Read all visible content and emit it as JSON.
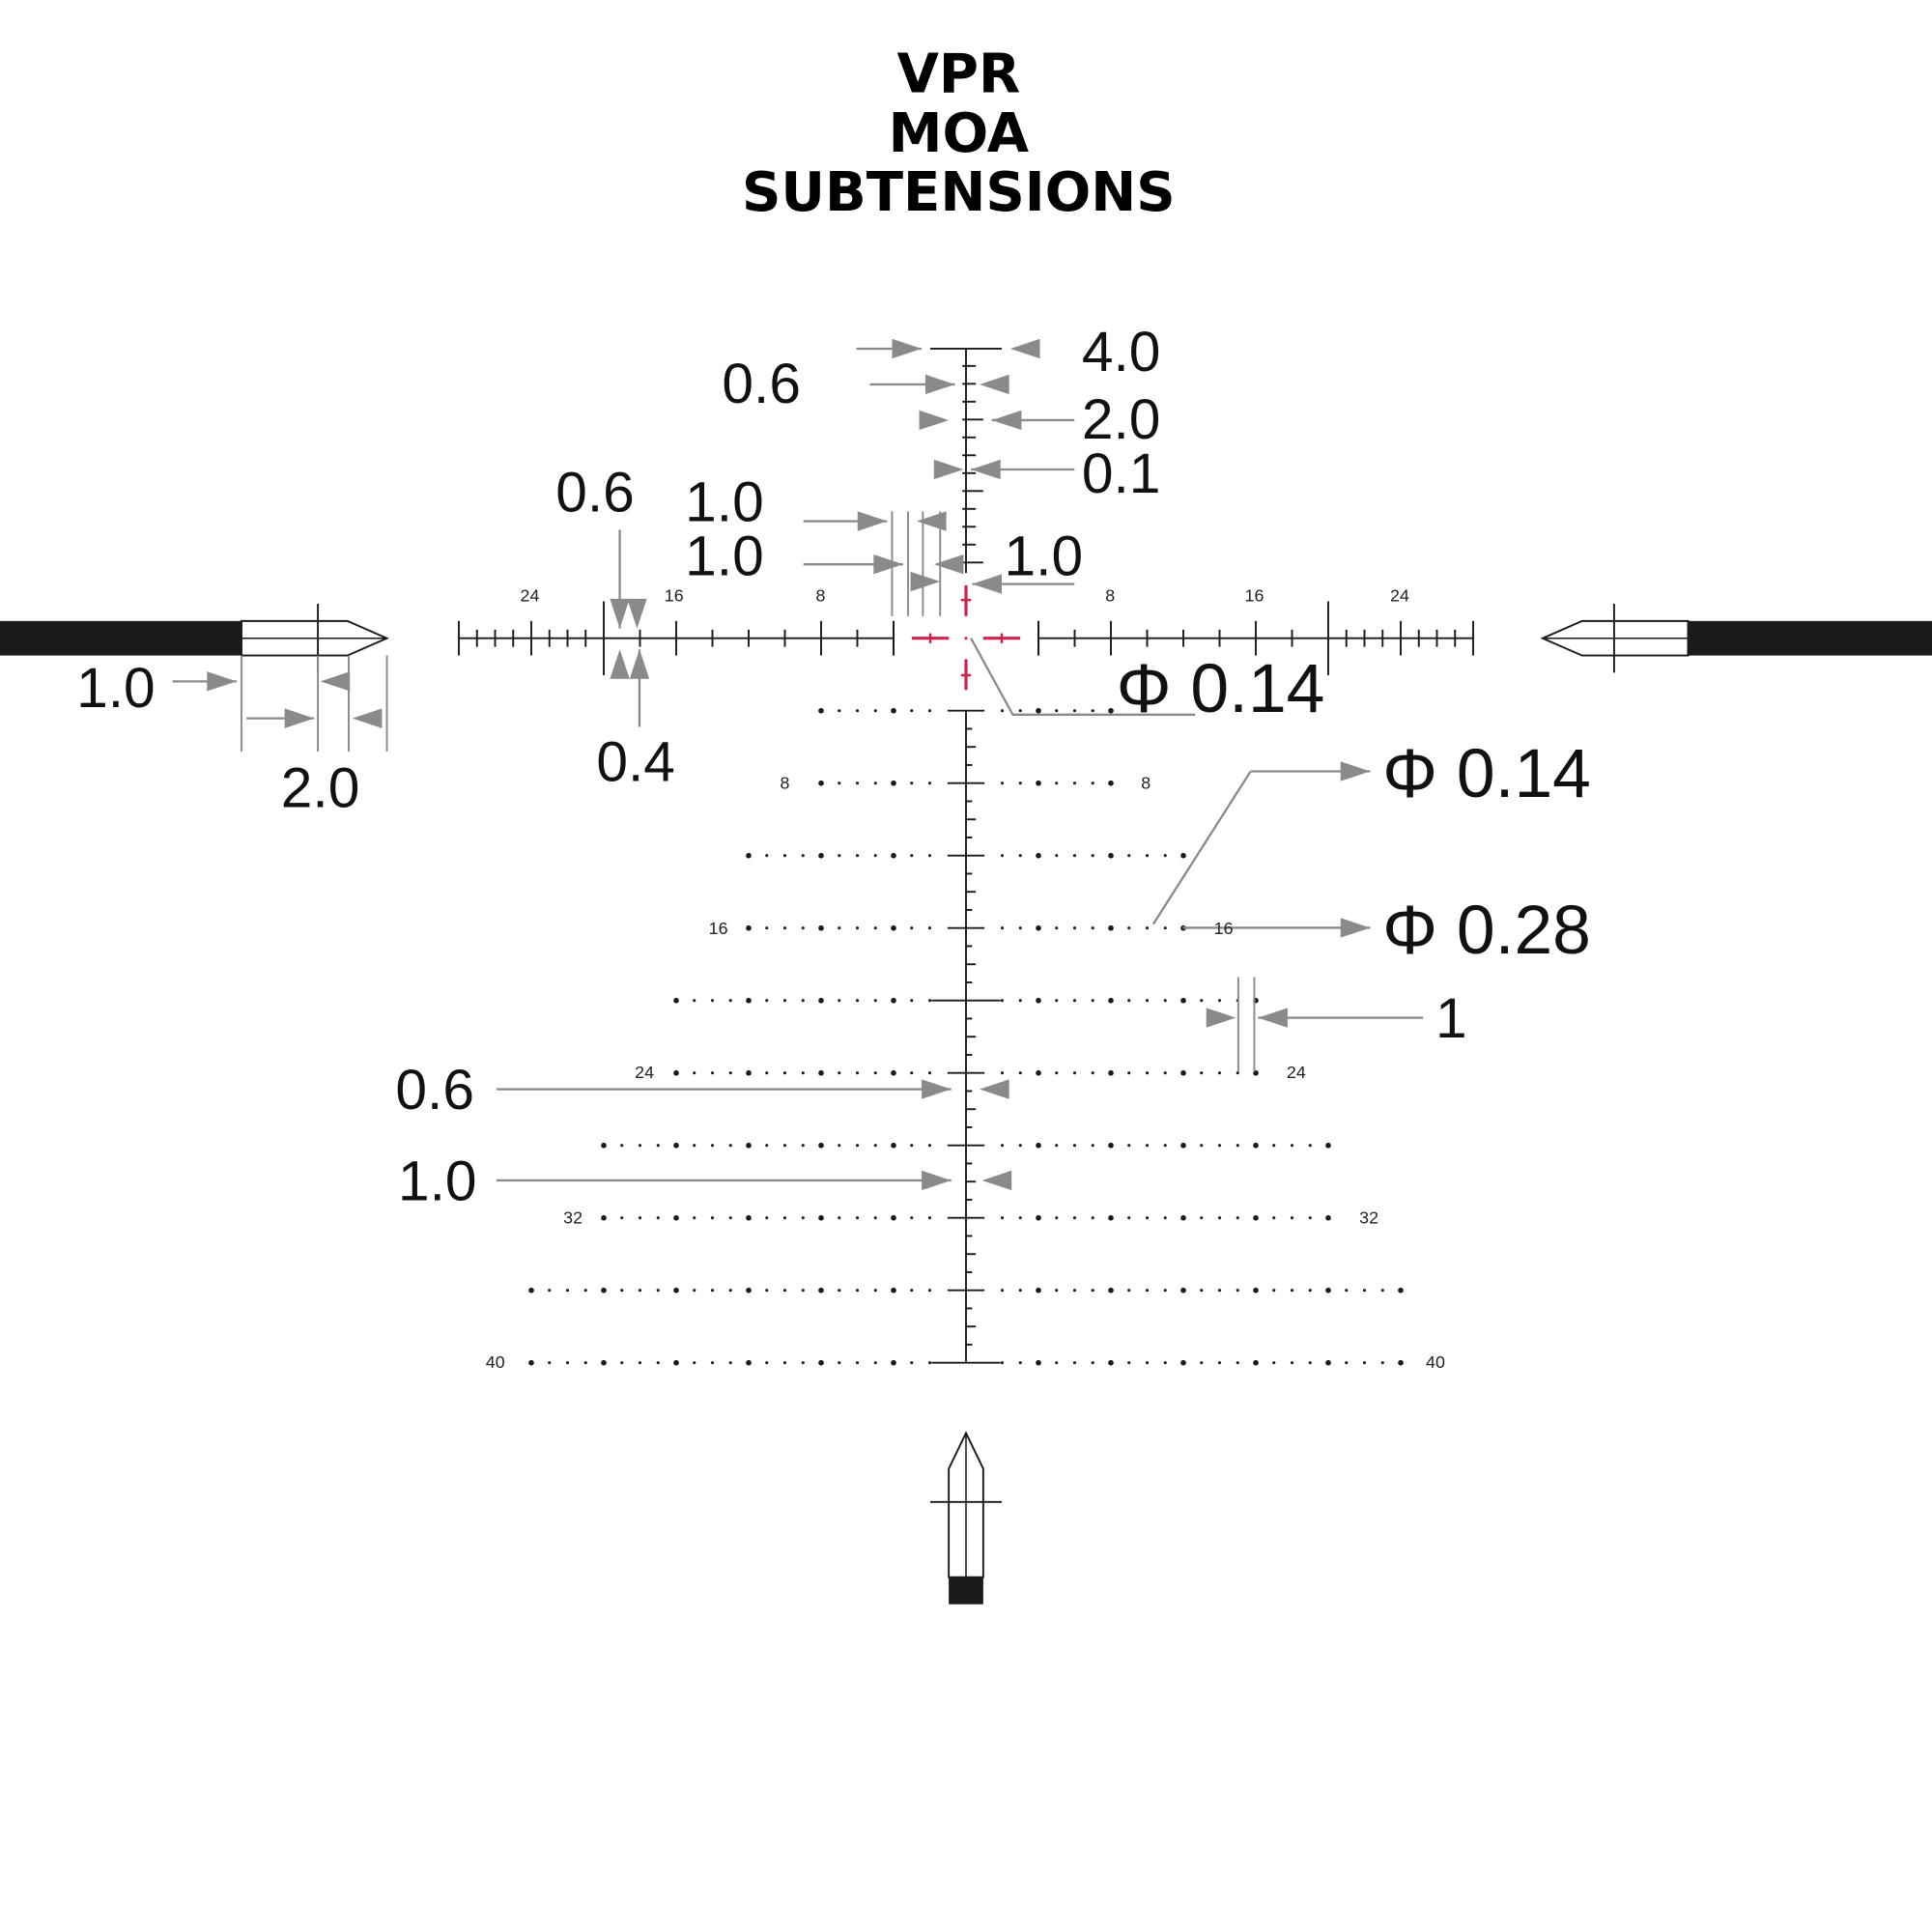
{
  "title": {
    "line1": "VPR",
    "line2": "MOA",
    "line3": "SUBTENSIONS"
  },
  "colors": {
    "reticle": "#1a1a1a",
    "center": "#d4204c",
    "annotation": "#8a8a8a",
    "background": "#ffffff"
  },
  "horizontal_scale_labels": {
    "left": [
      "24",
      "16",
      "8"
    ],
    "right": [
      "8",
      "16",
      "24"
    ]
  },
  "holdover_rows": [
    {
      "moa": 8,
      "label": "8"
    },
    {
      "moa": 16,
      "label": "16"
    },
    {
      "moa": 24,
      "label": "24"
    },
    {
      "moa": 32,
      "label": "32"
    },
    {
      "moa": 40,
      "label": "40"
    }
  ],
  "annotations": {
    "top_bar_width": "4.0",
    "top_tick_thickness": "0.6",
    "medium_tick_width": "2.0",
    "fine_line_thickness": "0.1",
    "horizontal_thick_tick": "0.6",
    "center_gap_a": "1.0",
    "center_gap_b": "1.0",
    "center_gap_right": "1.0",
    "center_dot": "Φ 0.14",
    "small_dot": "Φ 0.14",
    "large_dot": "Φ 0.28",
    "dot_spacing": "1",
    "horizontal_thin_tick": "0.4",
    "post_thickness": "1.0",
    "post_tip_length": "2.0",
    "lower_bar_thickness": "0.6",
    "lower_bar_thickness_b": "1.0"
  }
}
